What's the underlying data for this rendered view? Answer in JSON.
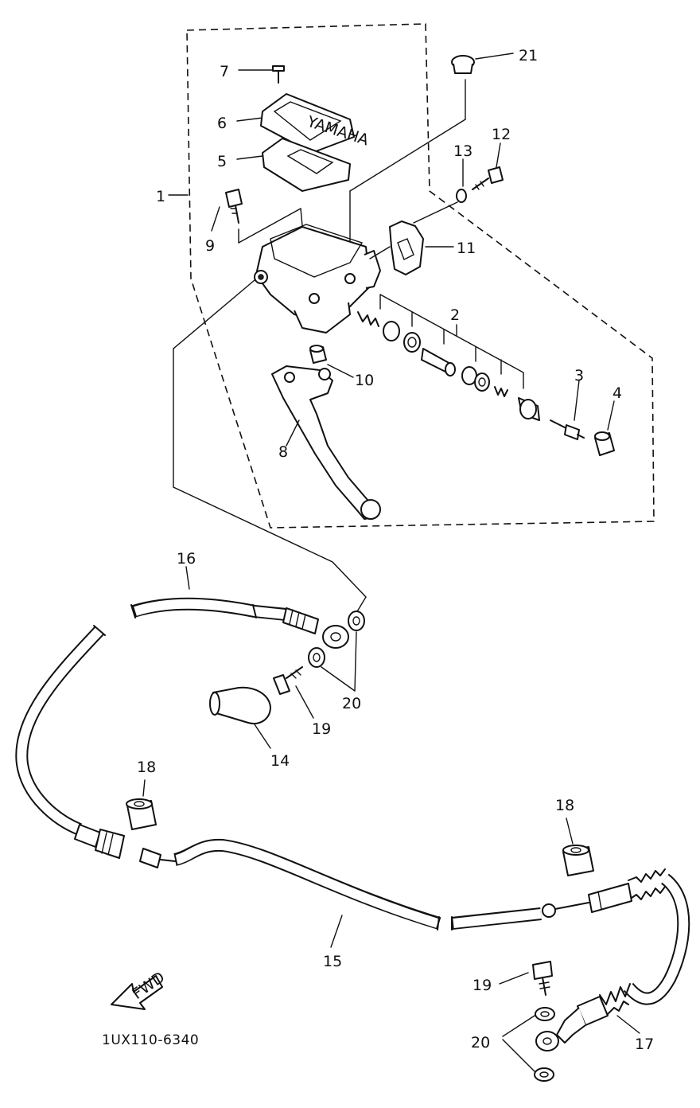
{
  "diagram": {
    "reference_code": "1UX110-6340",
    "direction_arrow_label": "FWD",
    "callouts": {
      "c1": "1",
      "c2": "2",
      "c3": "3",
      "c4": "4",
      "c5": "5",
      "c6": "6",
      "c7": "7",
      "c8": "8",
      "c9": "9",
      "c10": "10",
      "c11": "11",
      "c12": "12",
      "c13": "13",
      "c14": "14",
      "c15": "15",
      "c16": "16",
      "c17": "17",
      "c18a": "18",
      "c18b": "18",
      "c19a": "19",
      "c19b": "19",
      "c20a": "20",
      "c20b": "20",
      "c21": "21"
    }
  }
}
